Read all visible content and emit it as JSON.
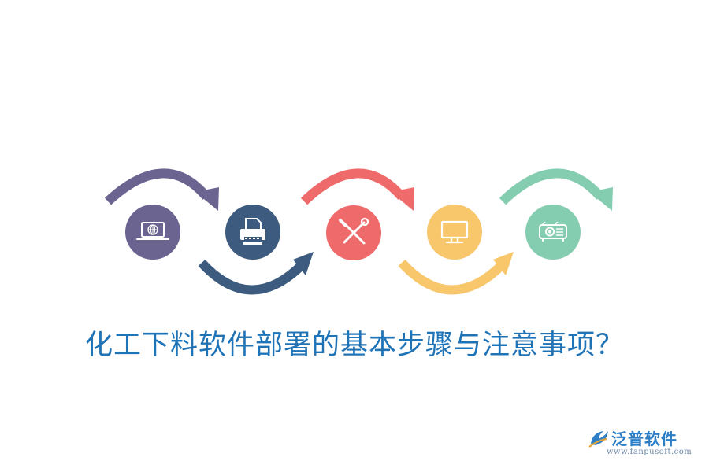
{
  "title": "化工下料软件部署的基本步骤与注意事项？",
  "brand": {
    "name": "泛普软件",
    "url": "www.fanpusoft.com"
  },
  "colors": {
    "title": "#1f73b7",
    "purple": "#6b6491",
    "navy": "#3c5b7f",
    "coral": "#ef6b6b",
    "amber": "#f8c66b",
    "mint": "#84cdb0"
  },
  "steps": [
    {
      "icon": "laptop-globe-icon",
      "color": "#6b6491"
    },
    {
      "icon": "printer-icon",
      "color": "#3c5b7f"
    },
    {
      "icon": "tools-icon",
      "color": "#ef6b6b"
    },
    {
      "icon": "monitor-icon",
      "color": "#f8c66b"
    },
    {
      "icon": "projector-icon",
      "color": "#84cdb0"
    }
  ]
}
